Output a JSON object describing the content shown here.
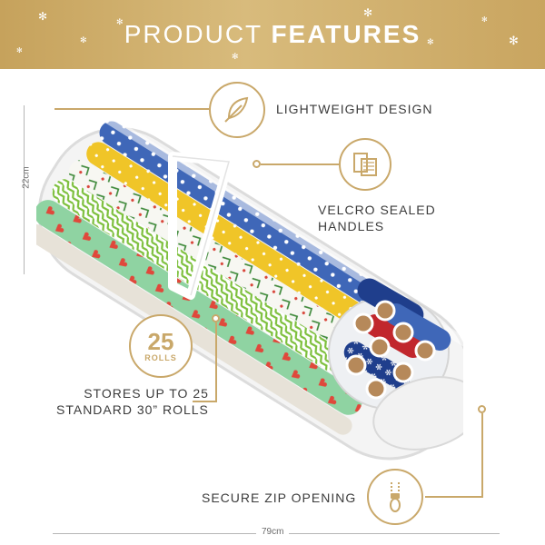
{
  "header": {
    "title_light": "PRODUCT",
    "title_bold": "FEATURES"
  },
  "dimensions": {
    "height": "22cm",
    "length": "79cm"
  },
  "features": {
    "lightweight": "LIGHTWEIGHT DESIGN",
    "velcro_line1": "VELCRO SEALED",
    "velcro_line2": "HANDLES",
    "rolls_count": "25",
    "rolls_label": "ROLLS",
    "stores_line1": "STORES UP TO 25",
    "stores_line2": "STANDARD 30” ROLLS",
    "zip": "SECURE ZIP OPENING"
  },
  "colors": {
    "gold": "#c9a86a",
    "banner": "#d3b274",
    "text": "#3c3c3c"
  },
  "icons": [
    "feather-icon",
    "velcro-handle-icon",
    "zipper-icon",
    "snowflake-icon"
  ]
}
